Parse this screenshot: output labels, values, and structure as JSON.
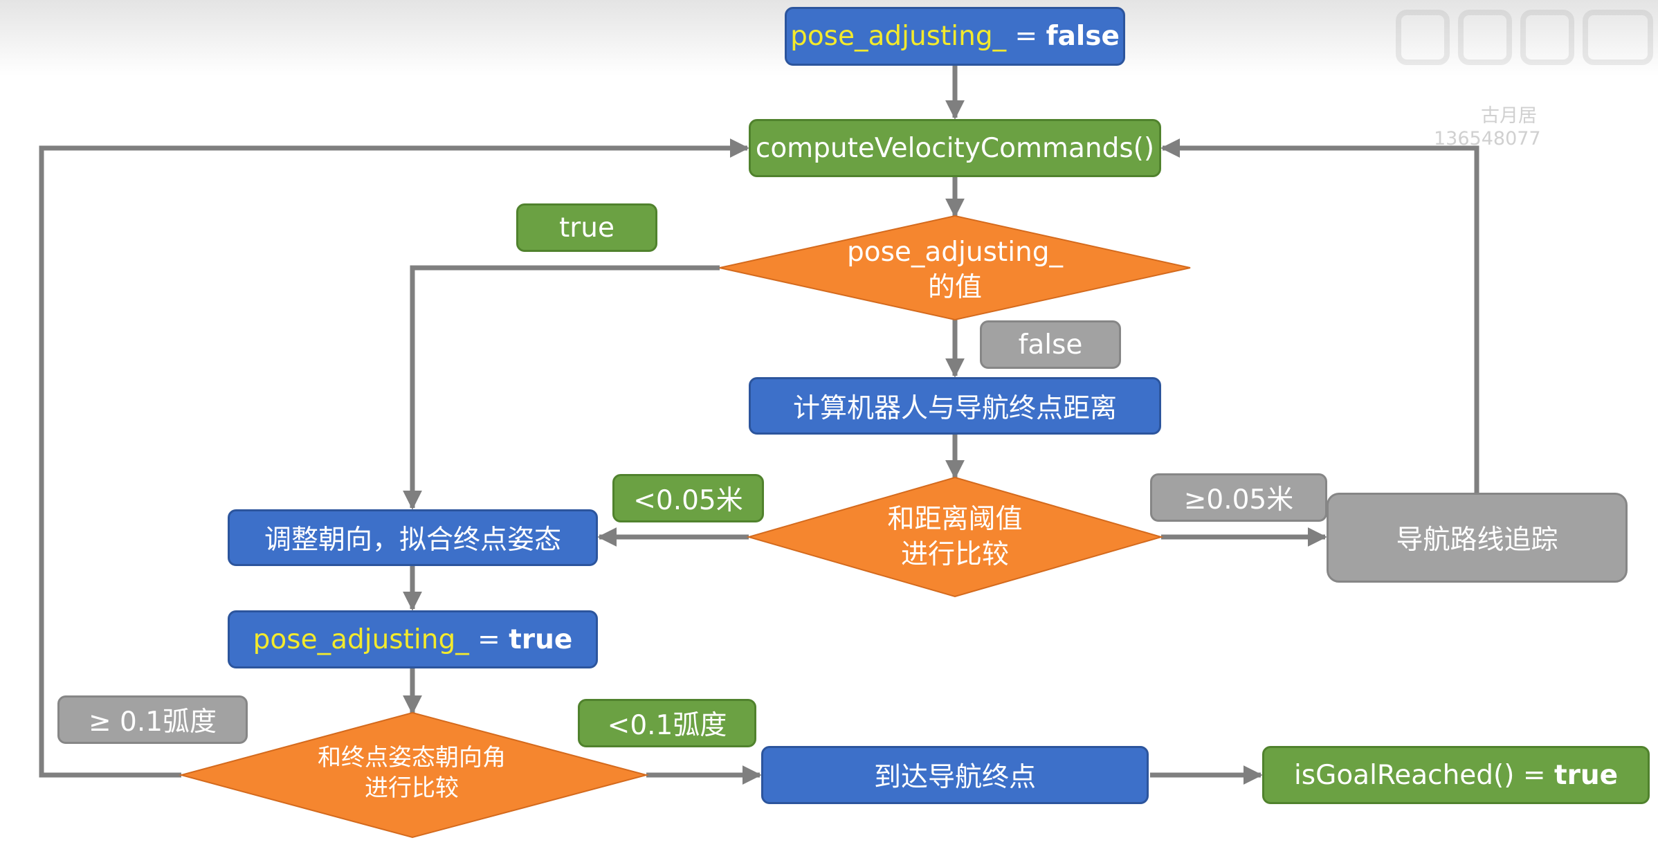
{
  "nodes": {
    "init_var": "pose_adjusting_",
    "init_eq": " = ",
    "init_val": "false",
    "compute_cmd": "computeVelocityCommands()",
    "decision_pose": [
      "pose_adjusting_",
      "的值"
    ],
    "compute_distance": "计算机器人与导航终点距离",
    "decision_distance": [
      "和距离阈值",
      "进行比较"
    ],
    "adjust_heading": "调整朝向，拟合终点姿态",
    "set_var": "pose_adjusting_",
    "set_eq": " = ",
    "set_val": "true",
    "path_tracking": "导航路线追踪",
    "decision_angle": [
      "和终点姿态朝向角",
      "进行比较"
    ],
    "reach_goal": "到达导航终点",
    "goal_fn": "isGoalReached() = ",
    "goal_val": "true"
  },
  "labels": {
    "true": "true",
    "false": "false",
    "dist_lt": "<0.05米",
    "dist_ge": "≥0.05米",
    "angle_ge": "≥ 0.1弧度",
    "angle_lt": "<0.1弧度"
  },
  "watermark": {
    "name": "古月居",
    "id": "136548077"
  },
  "colors": {
    "blue": "#3d70c9",
    "green": "#6ba143",
    "orange": "#f5862f",
    "gray": "#a2a2a2",
    "connector": "#7f7f7f",
    "highlight": "#f3ea2c"
  }
}
